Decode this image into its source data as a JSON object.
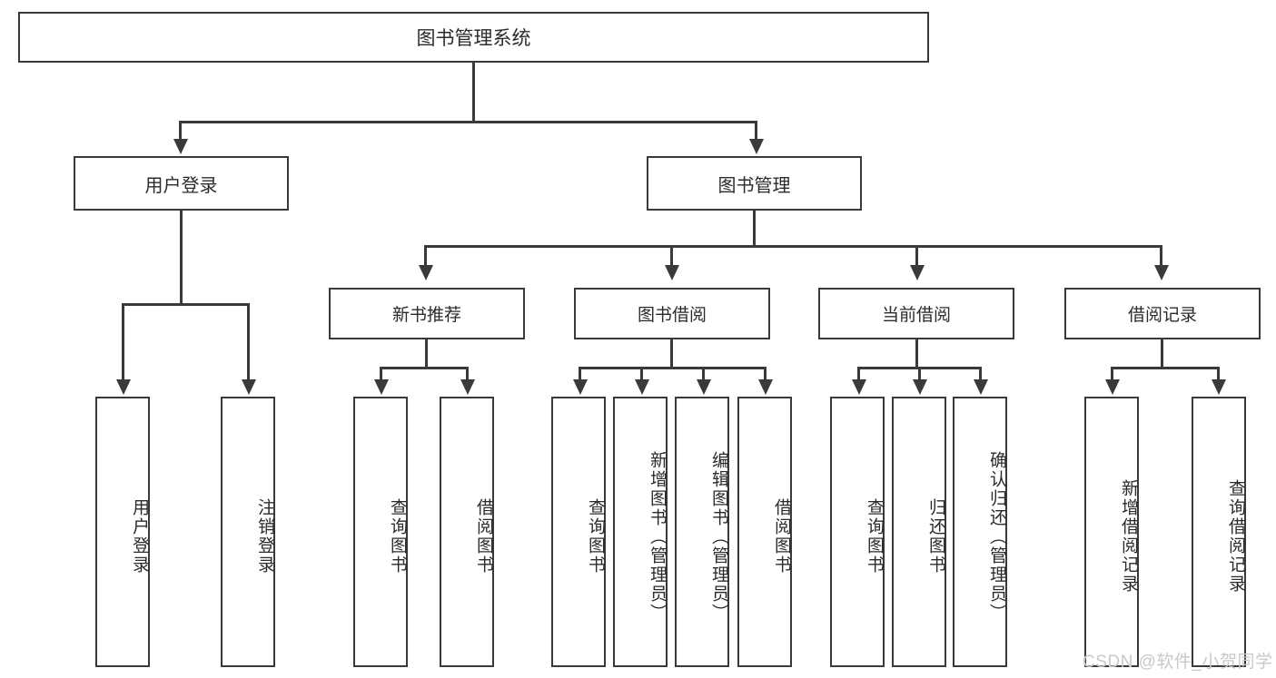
{
  "diagram": {
    "type": "tree-hierarchy",
    "title": "图书管理系统",
    "root": {
      "label": "图书管理系统",
      "children": [
        {
          "label": "用户登录",
          "children": [
            {
              "label": "用户登录"
            },
            {
              "label": "注销登录"
            }
          ]
        },
        {
          "label": "图书管理",
          "children": [
            {
              "label": "新书推荐",
              "children": [
                {
                  "label": "查询图书"
                },
                {
                  "label": "借阅图书"
                }
              ]
            },
            {
              "label": "图书借阅",
              "children": [
                {
                  "label": "查询图书"
                },
                {
                  "label": "新增图书（管理员）"
                },
                {
                  "label": "编辑图书（管理员）"
                },
                {
                  "label": "借阅图书"
                }
              ]
            },
            {
              "label": "当前借阅",
              "children": [
                {
                  "label": "查询图书"
                },
                {
                  "label": "归还图书"
                },
                {
                  "label": "确认归还（管理员）"
                }
              ]
            },
            {
              "label": "借阅记录",
              "children": [
                {
                  "label": "新增借阅记录"
                },
                {
                  "label": "查询借阅记录"
                }
              ]
            }
          ]
        }
      ]
    },
    "nodes": {
      "root": "图书管理系统",
      "user_login": "用户登录",
      "book_manage": "图书管理",
      "new_book_rec": "新书推荐",
      "book_borrow": "图书借阅",
      "current_borrow": "当前借阅",
      "borrow_record": "借阅记录",
      "leaf_user_login": "用户登录",
      "leaf_logout": "注销登录",
      "leaf_query_book_a": "查询图书",
      "leaf_borrow_book_a": "借阅图书",
      "leaf_query_book_b": "查询图书",
      "leaf_add_book": "新增图书（管理员）",
      "leaf_edit_book": "编辑图书（管理员）",
      "leaf_borrow_book_b": "借阅图书",
      "leaf_query_book_c": "查询图书",
      "leaf_return_book": "归还图书",
      "leaf_confirm_return": "确认归还（管理员）",
      "leaf_add_record": "新增借阅记录",
      "leaf_query_record": "查询借阅记录"
    },
    "colors": {
      "border": "#3a3a3a",
      "text": "#2b2b2b",
      "background": "#ffffff",
      "watermark": "#c9c9c9"
    },
    "watermark": "CSDN @软件_小贺同学"
  }
}
